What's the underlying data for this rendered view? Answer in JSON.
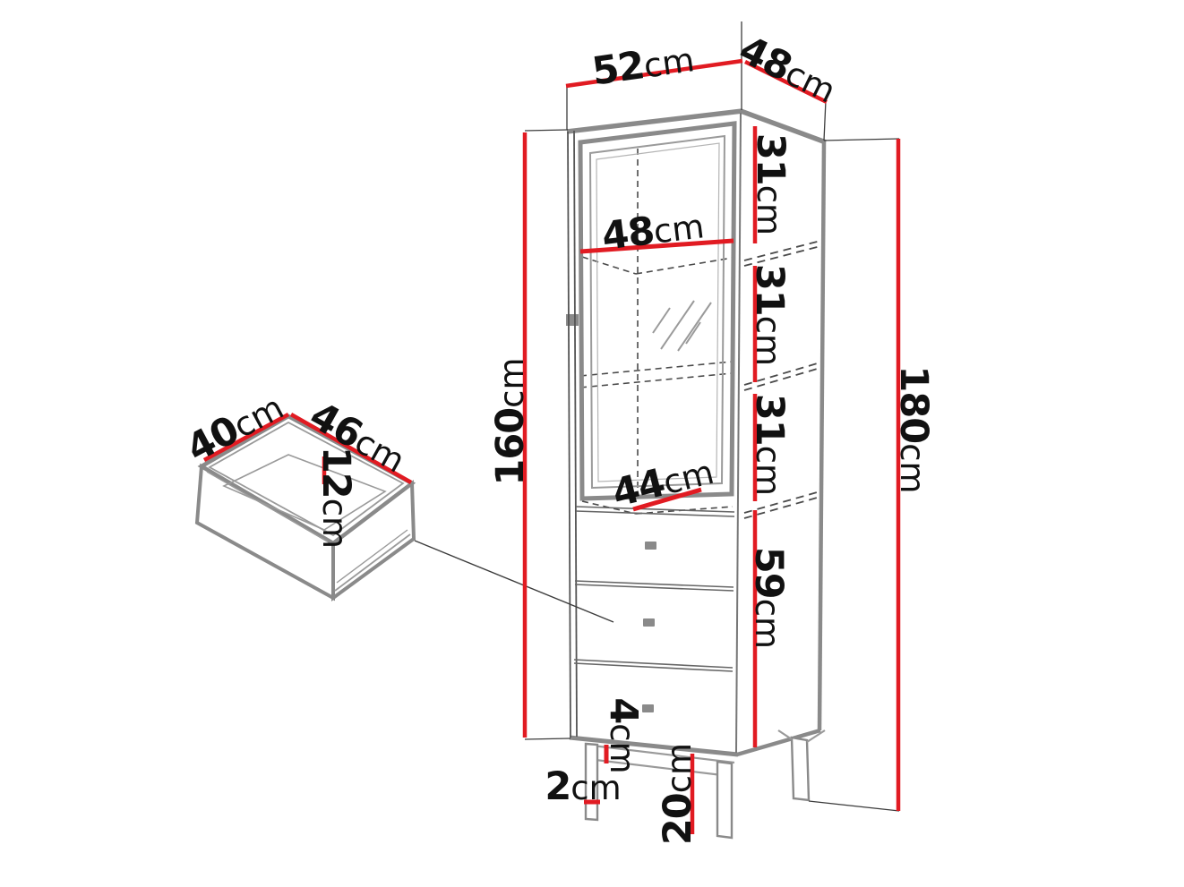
{
  "diagram": {
    "title": "display cabinet dimension drawing",
    "unit": "cm",
    "colors": {
      "dimension_line": "#e11b22",
      "furniture_edge": "#8a8a8a",
      "text": "#111111",
      "background": "#ffffff"
    },
    "cabinet": {
      "top_width": {
        "value": "52",
        "unit": "cm"
      },
      "top_depth": {
        "value": "48",
        "unit": "cm"
      },
      "body_height": {
        "value": "160",
        "unit": "cm"
      },
      "total_height": {
        "value": "180",
        "unit": "cm"
      },
      "shelf_section_1": {
        "value": "31",
        "unit": "cm"
      },
      "shelf_section_2": {
        "value": "31",
        "unit": "cm"
      },
      "shelf_section_3": {
        "value": "31",
        "unit": "cm"
      },
      "interior_width": {
        "value": "48",
        "unit": "cm"
      },
      "lower_interior_width": {
        "value": "44",
        "unit": "cm"
      },
      "drawer_section_height": {
        "value": "59",
        "unit": "cm"
      },
      "rail_height": {
        "value": "4",
        "unit": "cm"
      },
      "leg_thickness": {
        "value": "2",
        "unit": "cm"
      },
      "leg_height": {
        "value": "20",
        "unit": "cm"
      }
    },
    "drawer_detail": {
      "depth": {
        "value": "40",
        "unit": "cm"
      },
      "width": {
        "value": "46",
        "unit": "cm"
      },
      "inner_height": {
        "value": "12",
        "unit": "cm"
      }
    }
  }
}
